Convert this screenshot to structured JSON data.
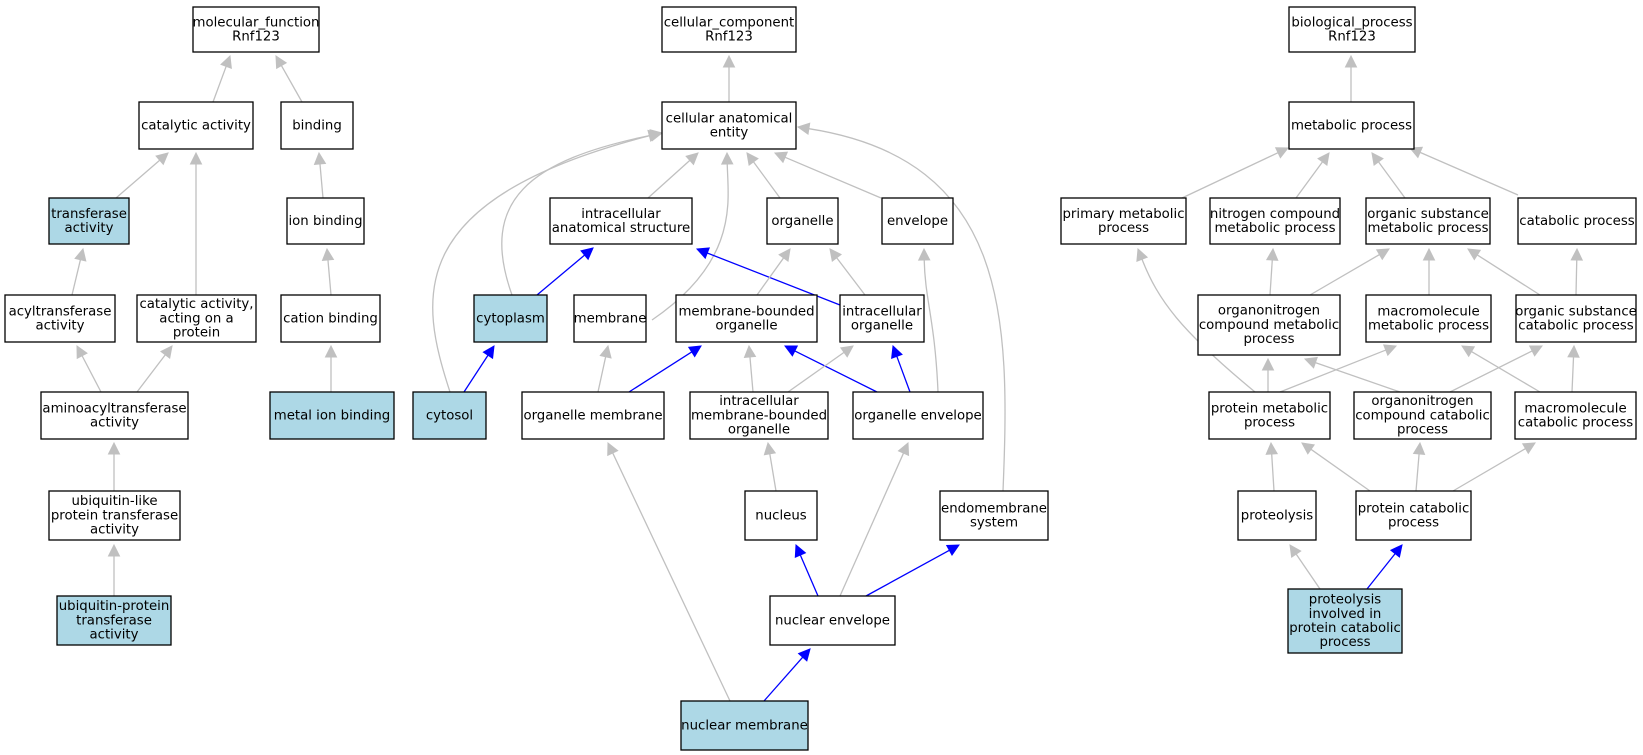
{
  "colors": {
    "highlight_fill": "#add8e6",
    "normal_fill": "#ffffff",
    "edge_gray": "#c0c0c0",
    "edge_blue": "#0000ff"
  },
  "nodes": [
    {
      "id": "mf",
      "lines": [
        "molecular_function",
        "Rnf123"
      ],
      "hl": false
    },
    {
      "id": "catalytic",
      "lines": [
        "catalytic activity"
      ],
      "hl": false
    },
    {
      "id": "binding",
      "lines": [
        "binding"
      ],
      "hl": false
    },
    {
      "id": "transferase",
      "lines": [
        "transferase",
        "activity"
      ],
      "hl": true
    },
    {
      "id": "ionbinding",
      "lines": [
        "ion binding"
      ],
      "hl": false
    },
    {
      "id": "acyltransferase",
      "lines": [
        "acyltransferase",
        "activity"
      ],
      "hl": false
    },
    {
      "id": "catprotein",
      "lines": [
        "catalytic activity,",
        "acting on a",
        "protein"
      ],
      "hl": false
    },
    {
      "id": "cationbinding",
      "lines": [
        "cation binding"
      ],
      "hl": false
    },
    {
      "id": "aminoacyl",
      "lines": [
        "aminoacyltransferase",
        "activity"
      ],
      "hl": false
    },
    {
      "id": "metalion",
      "lines": [
        "metal ion binding"
      ],
      "hl": true
    },
    {
      "id": "ublike",
      "lines": [
        "ubiquitin-like",
        "protein transferase",
        "activity"
      ],
      "hl": false
    },
    {
      "id": "ubprotein",
      "lines": [
        "ubiquitin-protein",
        "transferase",
        "activity"
      ],
      "hl": true
    },
    {
      "id": "cc",
      "lines": [
        "cellular_component",
        "Rnf123"
      ],
      "hl": false
    },
    {
      "id": "cae",
      "lines": [
        "cellular anatomical",
        "entity"
      ],
      "hl": false
    },
    {
      "id": "ias",
      "lines": [
        "intracellular",
        "anatomical structure"
      ],
      "hl": false
    },
    {
      "id": "organelle",
      "lines": [
        "organelle"
      ],
      "hl": false
    },
    {
      "id": "envelope",
      "lines": [
        "envelope"
      ],
      "hl": false
    },
    {
      "id": "cytoplasm",
      "lines": [
        "cytoplasm"
      ],
      "hl": true
    },
    {
      "id": "membrane",
      "lines": [
        "membrane"
      ],
      "hl": false
    },
    {
      "id": "mbo",
      "lines": [
        "membrane-bounded",
        "organelle"
      ],
      "hl": false
    },
    {
      "id": "intorg",
      "lines": [
        "intracellular",
        "organelle"
      ],
      "hl": false
    },
    {
      "id": "cytosol",
      "lines": [
        "cytosol"
      ],
      "hl": true
    },
    {
      "id": "orgmem",
      "lines": [
        "organelle membrane"
      ],
      "hl": false
    },
    {
      "id": "imbo",
      "lines": [
        "intracellular",
        "membrane-bounded",
        "organelle"
      ],
      "hl": false
    },
    {
      "id": "orgenv",
      "lines": [
        "organelle envelope"
      ],
      "hl": false
    },
    {
      "id": "nucleus",
      "lines": [
        "nucleus"
      ],
      "hl": false
    },
    {
      "id": "endomem",
      "lines": [
        "endomembrane",
        "system"
      ],
      "hl": false
    },
    {
      "id": "nucenv",
      "lines": [
        "nuclear envelope"
      ],
      "hl": false
    },
    {
      "id": "nucmem",
      "lines": [
        "nuclear membrane"
      ],
      "hl": true
    },
    {
      "id": "bp",
      "lines": [
        "biological_process",
        "Rnf123"
      ],
      "hl": false
    },
    {
      "id": "metab",
      "lines": [
        "metabolic process"
      ],
      "hl": false
    },
    {
      "id": "primary",
      "lines": [
        "primary metabolic",
        "process"
      ],
      "hl": false
    },
    {
      "id": "nitrogen",
      "lines": [
        "nitrogen compound",
        "metabolic process"
      ],
      "hl": false
    },
    {
      "id": "orgsub",
      "lines": [
        "organic substance",
        "metabolic process"
      ],
      "hl": false
    },
    {
      "id": "catabolic",
      "lines": [
        "catabolic process"
      ],
      "hl": false
    },
    {
      "id": "orgnitmet",
      "lines": [
        "organonitrogen",
        "compound metabolic",
        "process"
      ],
      "hl": false
    },
    {
      "id": "macromet",
      "lines": [
        "macromolecule",
        "metabolic process"
      ],
      "hl": false
    },
    {
      "id": "orgsubcat",
      "lines": [
        "organic substance",
        "catabolic process"
      ],
      "hl": false
    },
    {
      "id": "protmet",
      "lines": [
        "protein metabolic",
        "process"
      ],
      "hl": false
    },
    {
      "id": "orgnitcat",
      "lines": [
        "organonitrogen",
        "compound catabolic",
        "process"
      ],
      "hl": false
    },
    {
      "id": "macrocat",
      "lines": [
        "macromolecule",
        "catabolic process"
      ],
      "hl": false
    },
    {
      "id": "proteolysis",
      "lines": [
        "proteolysis"
      ],
      "hl": false
    },
    {
      "id": "protcat",
      "lines": [
        "protein catabolic",
        "process"
      ],
      "hl": false
    },
    {
      "id": "proteolysisinv",
      "lines": [
        "proteolysis",
        "involved in",
        "protein catabolic",
        "process"
      ],
      "hl": true
    }
  ],
  "edges": [
    {
      "from": "catalytic",
      "to": "mf",
      "blue": false
    },
    {
      "from": "binding",
      "to": "mf",
      "blue": false
    },
    {
      "from": "transferase",
      "to": "catalytic",
      "blue": false
    },
    {
      "from": "catprotein",
      "to": "catalytic",
      "blue": false
    },
    {
      "from": "ionbinding",
      "to": "binding",
      "blue": false
    },
    {
      "from": "acyltransferase",
      "to": "transferase",
      "blue": false
    },
    {
      "from": "cationbinding",
      "to": "ionbinding",
      "blue": false
    },
    {
      "from": "aminoacyl",
      "to": "acyltransferase",
      "blue": false
    },
    {
      "from": "aminoacyl",
      "to": "catprotein",
      "blue": false
    },
    {
      "from": "metalion",
      "to": "cationbinding",
      "blue": false
    },
    {
      "from": "ublike",
      "to": "aminoacyl",
      "blue": false
    },
    {
      "from": "ubprotein",
      "to": "ublike",
      "blue": false
    },
    {
      "from": "cae",
      "to": "cc",
      "blue": false
    },
    {
      "from": "ias",
      "to": "cae",
      "blue": false
    },
    {
      "from": "organelle",
      "to": "cae",
      "blue": false
    },
    {
      "from": "envelope",
      "to": "cae",
      "blue": false
    },
    {
      "from": "cytoplasm",
      "to": "cae",
      "blue": false
    },
    {
      "from": "membrane",
      "to": "cae",
      "blue": false
    },
    {
      "from": "cytosol",
      "to": "cae",
      "blue": false
    },
    {
      "from": "endomem",
      "to": "cae",
      "blue": false
    },
    {
      "from": "cytoplasm",
      "to": "ias",
      "blue": true
    },
    {
      "from": "intorg",
      "to": "ias",
      "blue": true
    },
    {
      "from": "mbo",
      "to": "organelle",
      "blue": false
    },
    {
      "from": "intorg",
      "to": "organelle",
      "blue": false
    },
    {
      "from": "orgenv",
      "to": "envelope",
      "blue": false
    },
    {
      "from": "cytosol",
      "to": "cytoplasm",
      "blue": true
    },
    {
      "from": "orgmem",
      "to": "membrane",
      "blue": false
    },
    {
      "from": "orgmem",
      "to": "mbo",
      "blue": true
    },
    {
      "from": "imbo",
      "to": "mbo",
      "blue": false
    },
    {
      "from": "orgenv",
      "to": "mbo",
      "blue": true
    },
    {
      "from": "imbo",
      "to": "intorg",
      "blue": false
    },
    {
      "from": "orgenv",
      "to": "intorg",
      "blue": true
    },
    {
      "from": "nucmem",
      "to": "orgmem",
      "blue": false
    },
    {
      "from": "nucleus",
      "to": "imbo",
      "blue": false
    },
    {
      "from": "nucenv",
      "to": "orgenv",
      "blue": false
    },
    {
      "from": "nucenv",
      "to": "nucleus",
      "blue": true
    },
    {
      "from": "nucenv",
      "to": "endomem",
      "blue": true
    },
    {
      "from": "nucmem",
      "to": "nucenv",
      "blue": true
    },
    {
      "from": "metab",
      "to": "bp",
      "blue": false
    },
    {
      "from": "primary",
      "to": "metab",
      "blue": false
    },
    {
      "from": "nitrogen",
      "to": "metab",
      "blue": false
    },
    {
      "from": "orgsub",
      "to": "metab",
      "blue": false
    },
    {
      "from": "catabolic",
      "to": "metab",
      "blue": false
    },
    {
      "from": "orgnitmet",
      "to": "nitrogen",
      "blue": false
    },
    {
      "from": "orgnitmet",
      "to": "orgsub",
      "blue": false
    },
    {
      "from": "macromet",
      "to": "orgsub",
      "blue": false
    },
    {
      "from": "orgsubcat",
      "to": "orgsub",
      "blue": false
    },
    {
      "from": "orgsubcat",
      "to": "catabolic",
      "blue": false
    },
    {
      "from": "protmet",
      "to": "primary",
      "blue": false
    },
    {
      "from": "protmet",
      "to": "orgnitmet",
      "blue": false
    },
    {
      "from": "protmet",
      "to": "macromet",
      "blue": false
    },
    {
      "from": "orgnitcat",
      "to": "orgnitmet",
      "blue": false
    },
    {
      "from": "orgnitcat",
      "to": "orgsubcat",
      "blue": false
    },
    {
      "from": "macrocat",
      "to": "macromet",
      "blue": false
    },
    {
      "from": "macrocat",
      "to": "orgsubcat",
      "blue": false
    },
    {
      "from": "proteolysis",
      "to": "protmet",
      "blue": false
    },
    {
      "from": "protcat",
      "to": "protmet",
      "blue": false
    },
    {
      "from": "protcat",
      "to": "orgnitcat",
      "blue": false
    },
    {
      "from": "protcat",
      "to": "macrocat",
      "blue": false
    },
    {
      "from": "proteolysisinv",
      "to": "proteolysis",
      "blue": false
    },
    {
      "from": "proteolysisinv",
      "to": "protcat",
      "blue": true
    }
  ]
}
